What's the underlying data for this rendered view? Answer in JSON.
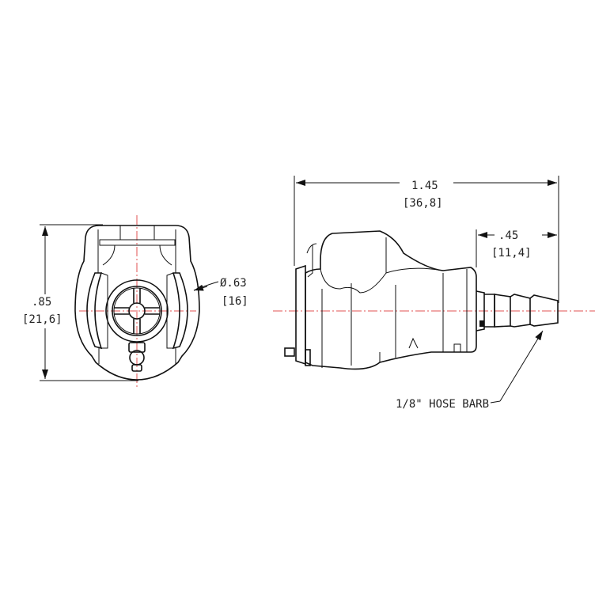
{
  "front_view": {
    "height_in": ".85",
    "height_mm": "[21,6]",
    "diameter_in": "Ø.63",
    "diameter_mm": "[16]"
  },
  "side_view": {
    "length_in": "1.45",
    "length_mm": "[36,8]",
    "barb_length_in": ".45",
    "barb_length_mm": "[11,4]",
    "barb_callout": "1/8\" HOSE BARB"
  },
  "colors": {
    "linework": "#111111",
    "centerline": "#e05050"
  }
}
